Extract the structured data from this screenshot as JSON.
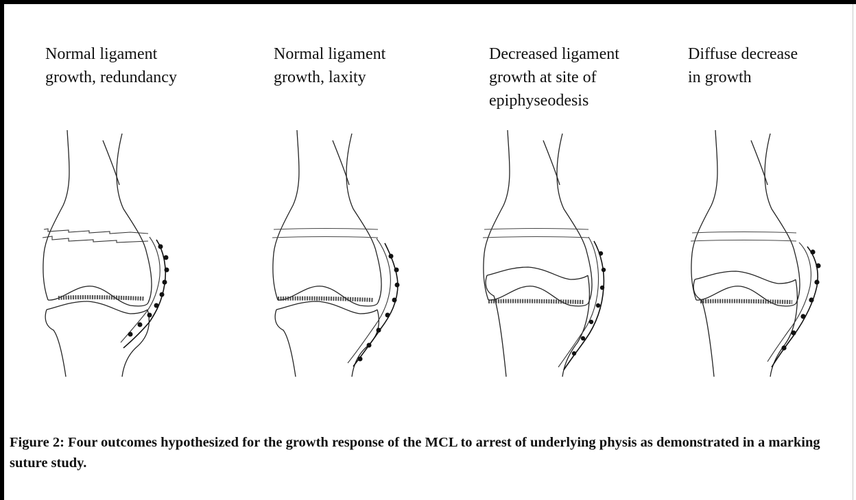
{
  "panels": [
    {
      "title": "Normal ligament\ngrowth, redundancy"
    },
    {
      "title": "Normal ligament\ngrowth, laxity"
    },
    {
      "title": "Decreased ligament\ngrowth at site of\nepiphyseodesis"
    },
    {
      "title": "Diffuse decrease\nin growth"
    }
  ],
  "caption": "Figure 2: Four outcomes hypothesized for the growth response of the MCL to arrest of underlying physis as demonstrated in a marking suture study."
}
